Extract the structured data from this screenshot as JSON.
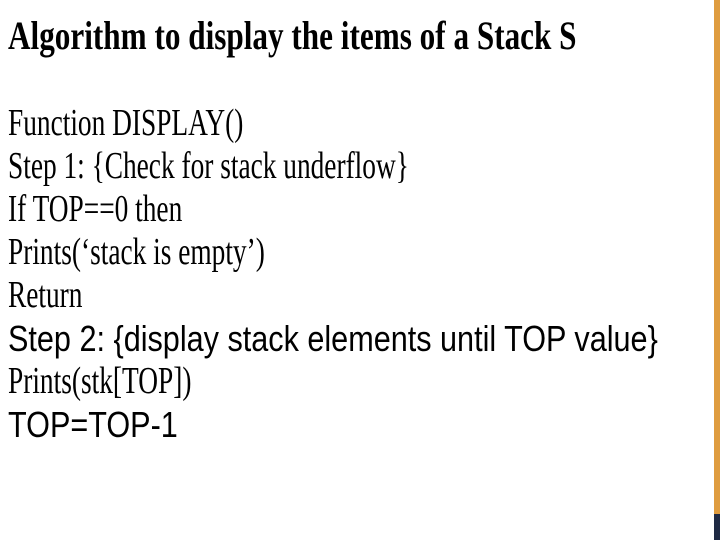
{
  "slide": {
    "title": "Algorithm to display the items of a Stack S",
    "lines": [
      {
        "text": "Function DISPLAY()"
      },
      {
        "text": "Step 1: {Check for stack underflow}"
      },
      {
        "text": "If TOP==0 then"
      },
      {
        "text": "Prints(‘stack is empty’)"
      },
      {
        "text": "Return"
      },
      {
        "text": "Step 2: {display stack elements until TOP value}"
      },
      {
        "text": "Prints(stk[TOP])"
      },
      {
        "text": "TOP=TOP-1"
      }
    ],
    "colors": {
      "background": "#FFFFFF",
      "text": "#000000",
      "side_strip": "#DF9C3F",
      "side_strip_bottom": "#1F2A44"
    }
  }
}
